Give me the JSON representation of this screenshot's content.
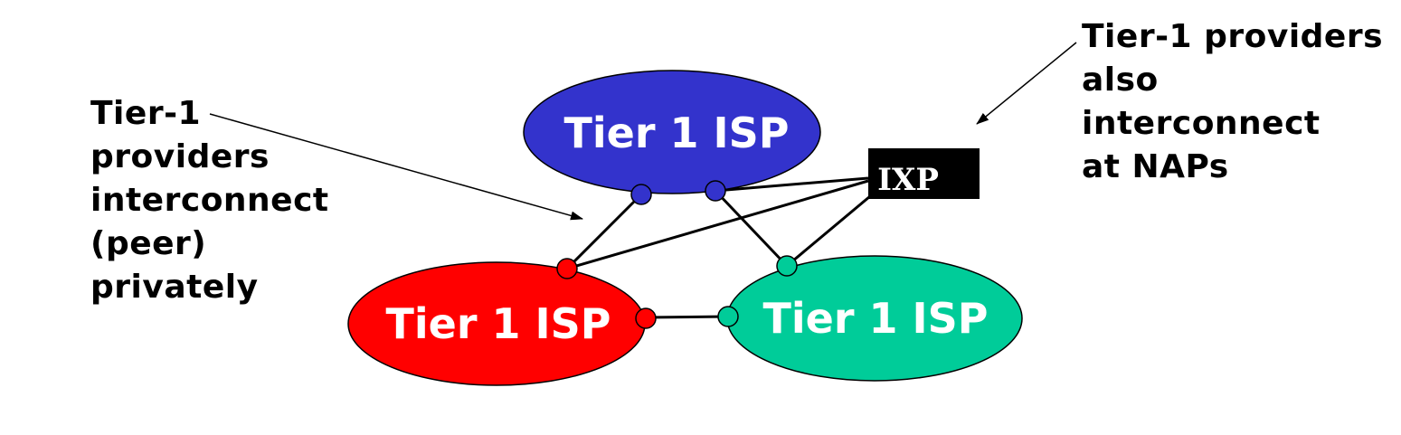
{
  "annotations": {
    "left": "Tier-1\nproviders\ninterconnect\n(peer)\nprivately",
    "right": "Tier-1 providers\nalso interconnect\nat NAPs"
  },
  "nodes": {
    "top": {
      "label": "Tier 1 ISP",
      "color": "#3333cc"
    },
    "left": {
      "label": "Tier 1 ISP",
      "color": "#ff0000"
    },
    "right": {
      "label": "Tier 1 ISP",
      "color": "#00cc99"
    }
  },
  "ixp": {
    "label": "IXP",
    "color": "#000000",
    "text_color": "#ffffff"
  }
}
